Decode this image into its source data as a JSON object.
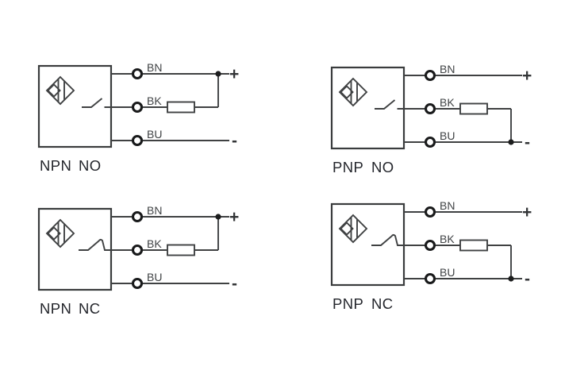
{
  "page": {
    "background": "#ffffff"
  },
  "colors": {
    "wire": "#3f4142",
    "sensor_outline": "#3a3c3d",
    "terminal_ring": "#191a1b",
    "junction_dot": "#1c1d1e",
    "wire_label_text": "#404345",
    "polarity_sign": "#333537",
    "diagram_label_text": "#24262c"
  },
  "diagrams": [
    {
      "word1": "NPN",
      "word2": "NO",
      "wire1": "BN",
      "wire2": "BK",
      "wire3": "BU",
      "plus": "+",
      "minus": "-"
    },
    {
      "word1": "PNP",
      "word2": "NO",
      "wire1": "BN",
      "wire2": "BK",
      "wire3": "BU",
      "plus": "+",
      "minus": "-"
    },
    {
      "word1": "NPN",
      "word2": "NC",
      "wire1": "BN",
      "wire2": "BK",
      "wire3": "BU",
      "plus": "+",
      "minus": "-"
    },
    {
      "word1": "PNP",
      "word2": "NC",
      "wire1": "BN",
      "wire2": "BK",
      "wire3": "BU",
      "plus": "+",
      "minus": "-"
    }
  ]
}
